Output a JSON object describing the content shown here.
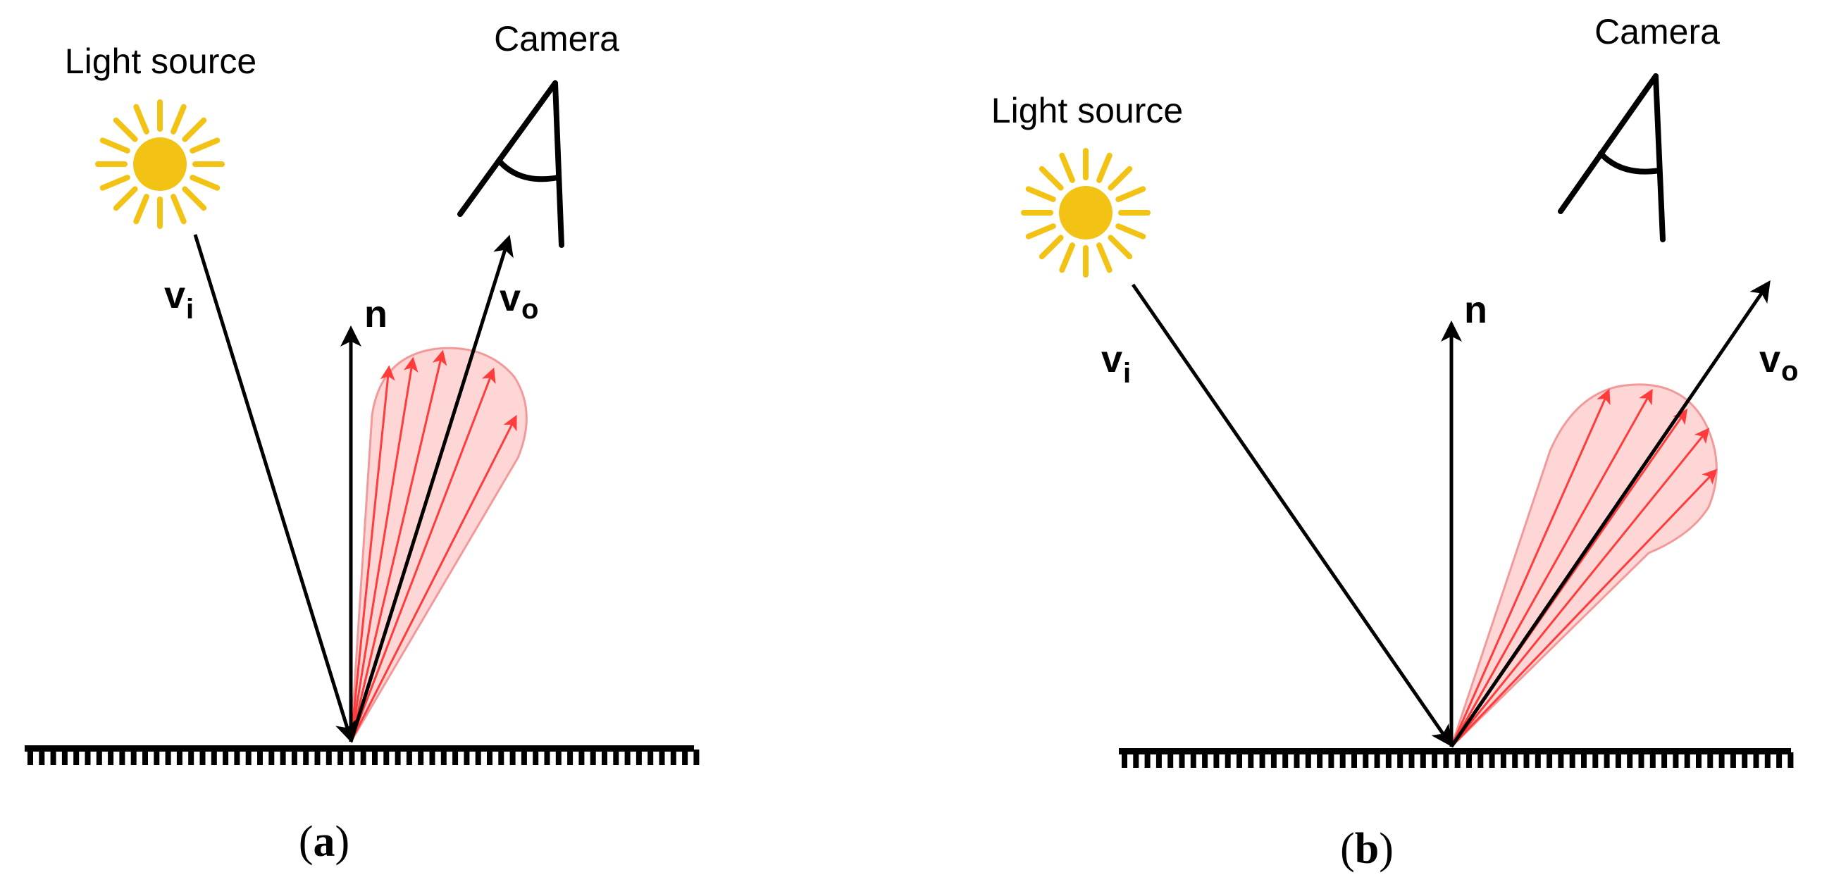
{
  "panels": [
    {
      "id": "a",
      "light_label": "Light source",
      "camera_label": "Camera",
      "incident_symbol": "v",
      "incident_sub": "i",
      "normal_symbol": "n",
      "outgoing_symbol": "v",
      "outgoing_sub": "o",
      "caption_open": "(",
      "caption_letter": "a",
      "caption_close": ")"
    },
    {
      "id": "b",
      "light_label": "Light source",
      "camera_label": "Camera",
      "incident_symbol": "v",
      "incident_sub": "i",
      "normal_symbol": "n",
      "outgoing_symbol": "v",
      "outgoing_sub": "o",
      "caption_open": "(",
      "caption_letter": "b",
      "caption_close": ")"
    }
  ],
  "icons": {
    "light": "sun-icon",
    "camera": "eye-icon",
    "surface": "hatched-surface"
  },
  "colors": {
    "sun": "#F2C314",
    "lobe_fill": "#FFD6D6",
    "lobe_stroke": "#F29A9A",
    "ray": "#FF3B3B",
    "ink": "#000000"
  }
}
